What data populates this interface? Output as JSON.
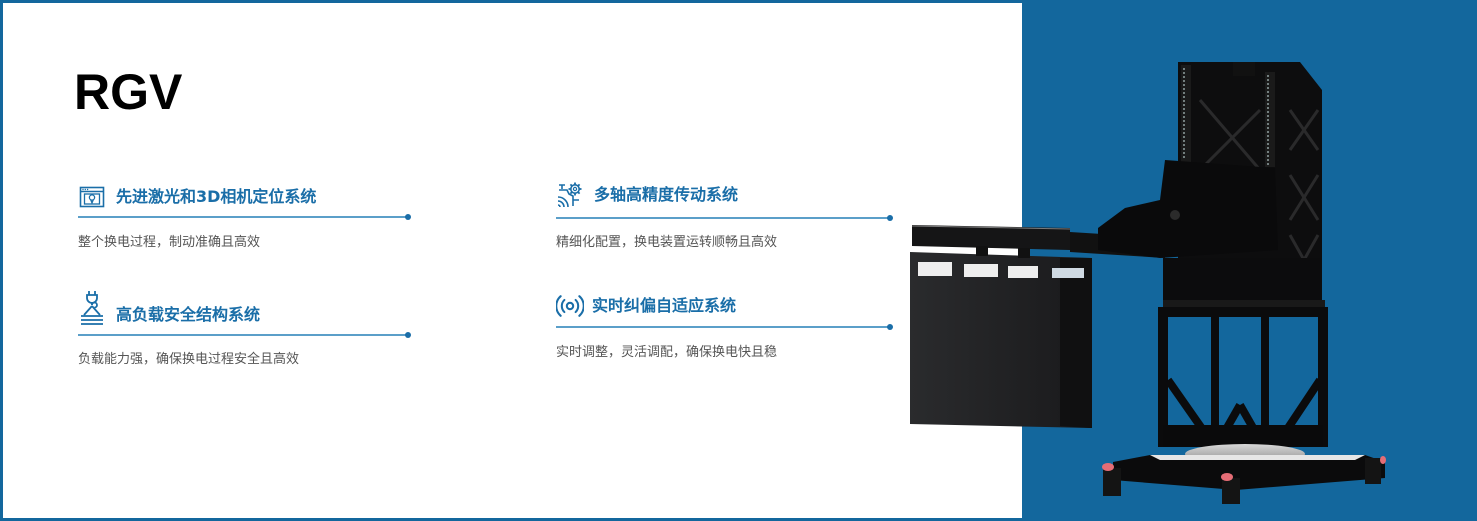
{
  "page": {
    "title": "RGV",
    "colors": {
      "brand_blue": "#13679d",
      "heading_blue": "#1a6ea8",
      "rule_blue": "#5b9fc9",
      "desc_gray": "#555555",
      "panel_white": "#ffffff"
    }
  },
  "features": [
    {
      "icon": "laser-camera-icon",
      "heading": "先进激光和3D相机定位系统",
      "description": "整个换电过程，制动准确且高效"
    },
    {
      "icon": "multi-axis-gear-icon",
      "heading": "多轴高精度传动系统",
      "description": "精细化配置，换电装置运转顺畅且高效"
    },
    {
      "icon": "crane-hook-load-icon",
      "heading": "高负载安全结构系统",
      "description": "负载能力强，确保换电过程安全且高效"
    },
    {
      "icon": "signal-broadcast-icon",
      "heading": "实时纠偏自适应系统",
      "description": "实时调整，灵活调配，确保换电快且稳"
    }
  ],
  "product_image": {
    "subject": "RGV battery swap robot with lifting mast and battery pack"
  }
}
